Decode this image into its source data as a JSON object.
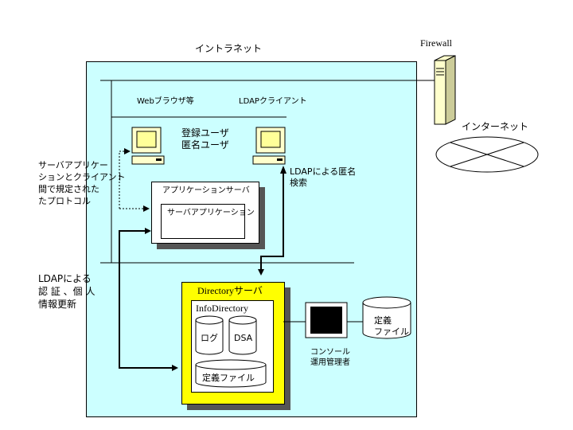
{
  "labels": {
    "intranet": "イントラネット",
    "firewall": "Firewall",
    "internet": "インターネット",
    "web_browser": "Webブラウザ等",
    "ldap_client": "LDAPクライアント",
    "users": "登録ユーザ\n匿名ユーザ",
    "protocol_note": "サーバアプリケー\nションとクライアント\n間で規定された\nたプロトコル",
    "ldap_search": "LDAPによる匿名\n検索",
    "app_server": "アプリケーションサーバ",
    "server_app": "サーバアプリケーション",
    "ldap_auth": "LDAPによる\n認 証 、個 人\n情報更新",
    "directory_server": "Directoryサーバ",
    "infodirectory": "InfoDirectory",
    "log": "ログ",
    "dsa": "DSA",
    "def_file_inner": "定義ファイル",
    "def_file_outer": "定義\nファイル",
    "console": "コンソール\n運用管理者"
  },
  "colors": {
    "intranet_bg": "#ccffff",
    "directory_bg": "#ffff00",
    "shadow": "#555555"
  }
}
